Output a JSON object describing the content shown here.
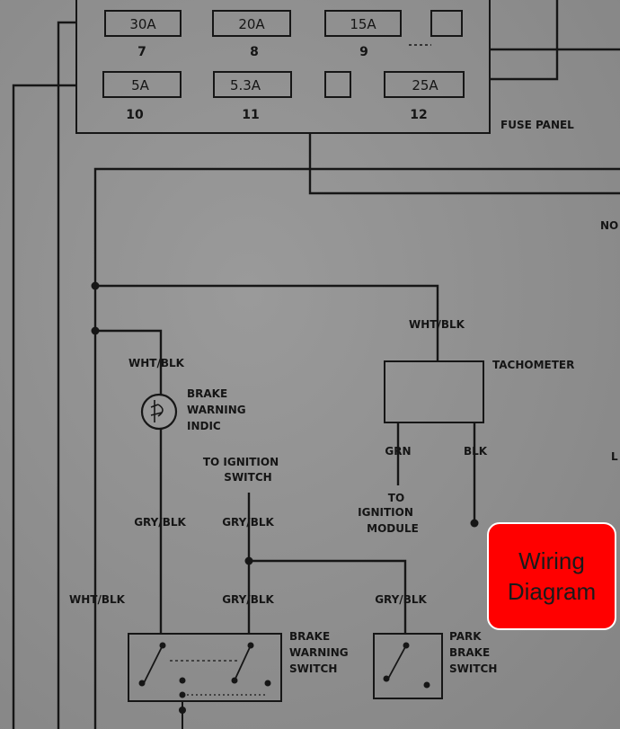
{
  "fuse_panel": {
    "label": "FUSE PANEL",
    "fuses": [
      {
        "rating": "30A",
        "number": "7"
      },
      {
        "rating": "20A",
        "number": "8"
      },
      {
        "rating": "15A",
        "number": "9"
      },
      {
        "rating": "",
        "number": ""
      },
      {
        "rating": "5A",
        "number": "10"
      },
      {
        "rating": "5.3A",
        "number": "11"
      },
      {
        "rating": "",
        "number": ""
      },
      {
        "rating": "25A",
        "number": "12"
      }
    ]
  },
  "components": {
    "tachometer": "TACHOMETER",
    "brake_warning_indic": [
      "BRAKE",
      "WARNING",
      "INDIC"
    ],
    "brake_warning_switch": [
      "BRAKE",
      "WARNING",
      "SWITCH"
    ],
    "park_brake_switch": [
      "PARK",
      "BRAKE",
      "SWITCH"
    ],
    "to_ignition_switch": [
      "TO IGNITION",
      "SWITCH"
    ],
    "to_ignition_module": [
      "TO",
      "IGNITION",
      "MODULE"
    ]
  },
  "wire_labels": {
    "tach_feed": "WHT/BLK",
    "indic_feed": "WHT/BLK",
    "left_trunk": "WHT/BLK",
    "indic_out": "GRY/BLK",
    "ign_sw": "GRY/BLK",
    "bws_in": "GRY/BLK",
    "pbs_in": "GRY/BLK",
    "tach_grn": "GRN",
    "tach_blk": "BLK"
  },
  "edge_text": {
    "right_top": "NO",
    "right_mid": "L"
  },
  "badge": {
    "line1": "Wiring",
    "line2": "Diagram",
    "color": "#ff0000"
  }
}
